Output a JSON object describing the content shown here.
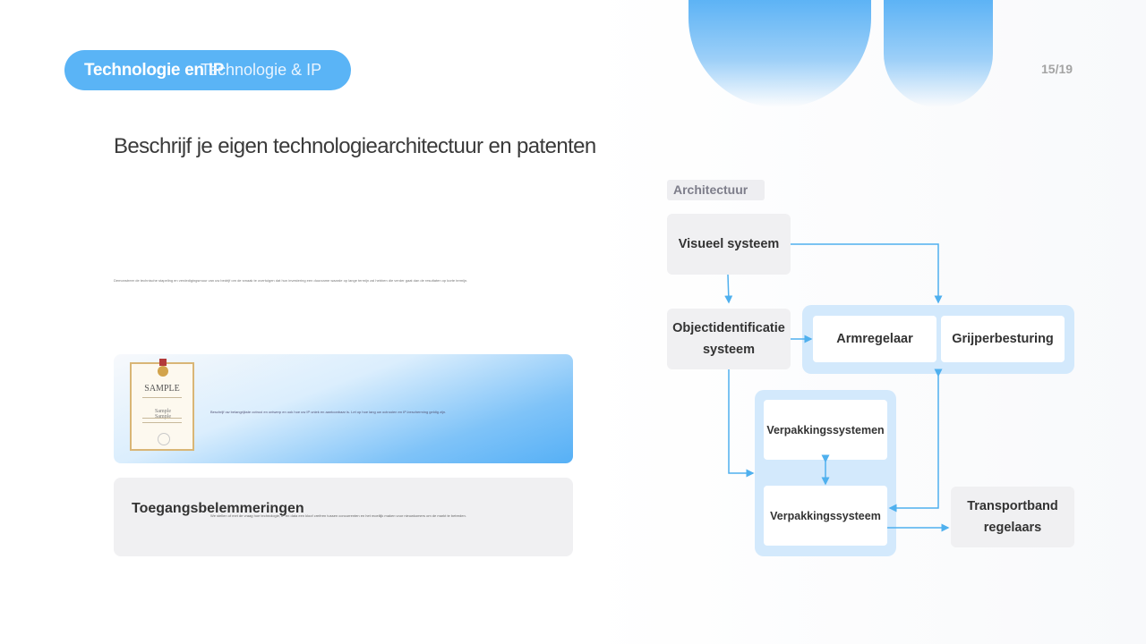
{
  "header": {
    "section_pill_bold": "Technologie en IP",
    "section_pill_light": "Technologie & IP",
    "page_number": "15/19"
  },
  "title": "Beschrijf je eigen technologiearchitectuur en patenten",
  "intro_text": "Demonstreer de technische stapeling en verdedigingsmuur van uw bedrijf om de smaak te overtuigen dat hun investering een duurzame waarde op lange termijn zal hebben die verder gaat dan de resultaten op korte termijn.",
  "patent_card": {
    "certificate_word": "SAMPLE",
    "certificate_signature": "Sample Sample",
    "text": "Beschrijf uw belangrijkste octrooi en ontwerp en ook hoe uw IP uniek en aantoonbaar is. Let op hoe lang uw octrooien en IP-bescherming geldig zijn."
  },
  "barrier_card": {
    "title": "Toegangsbelemmeringen",
    "text": "We stellen of met de vraag hoe technologie, IP en data een kloof creëren tussen concurrenten en het moeilijk maken voor nieuwkomers om de markt te betreden."
  },
  "architecture": {
    "label": "Architectuur",
    "nodes": {
      "visual": "Visueel systeem",
      "object_id": "Objectidentificatie systeem",
      "arm": "Armregelaar",
      "gripper": "Grijperbesturing",
      "packaging_systems": "Verpakkingssystemen",
      "packaging_system": "Verpakkingssysteem",
      "conveyor": "Transportband regelaars"
    }
  },
  "colors": {
    "accent": "#5ab4f6",
    "connector": "#4fb0ee",
    "group_bg": "#d3e9fc",
    "card_gray": "#f0f0f2"
  }
}
